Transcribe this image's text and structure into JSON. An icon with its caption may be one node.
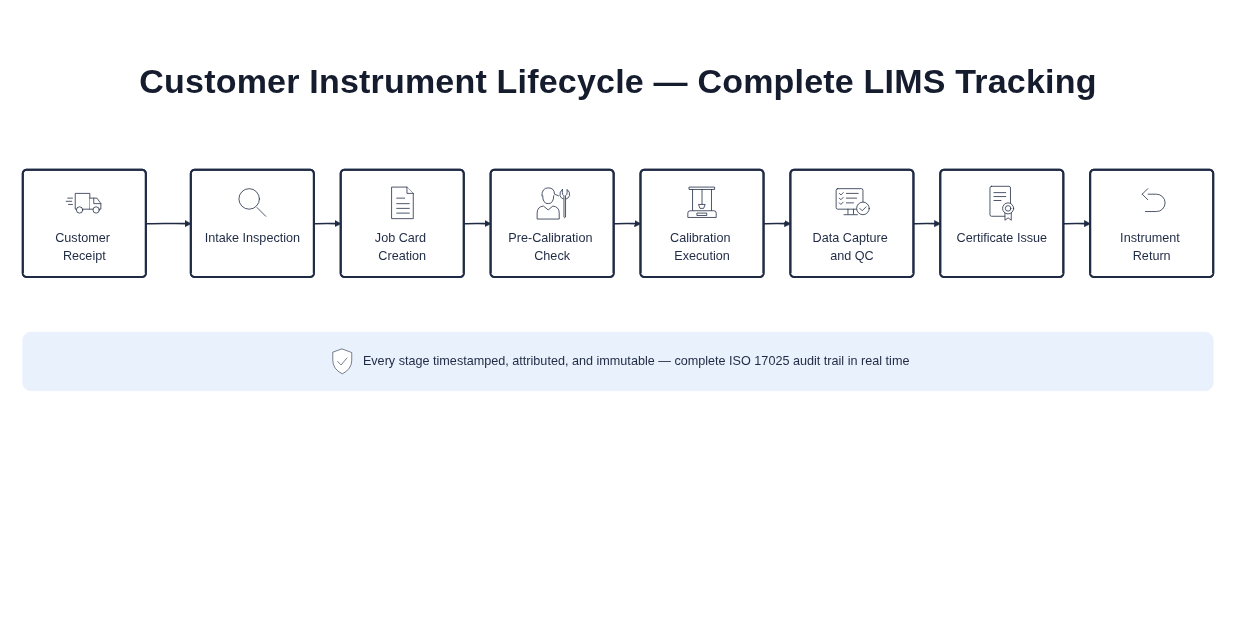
{
  "diagram": {
    "title": "Customer Instrument Lifecycle — Complete LIMS Tracking",
    "nodes": [
      {
        "text": [
          "Customer Receipt"
        ]
      },
      {
        "text": [
          "Intake Inspection"
        ]
      },
      {
        "text": [
          "Job Card Creation"
        ]
      },
      {
        "text": [
          "Pre-Calibration Check"
        ]
      },
      {
        "text": [
          "Calibration Execution"
        ]
      },
      {
        "text": [
          "Data Capture and QC"
        ]
      },
      {
        "text": [
          "Certificate Issue"
        ]
      },
      {
        "text": [
          "Instrument Return"
        ]
      },
      {
        "text": [
          "Every stage timestamped, attributed, and immutable — complete ISO 17025 audit trail in real time"
        ]
      }
    ],
    "edges": [
      {
        "from": 0,
        "to": 1,
        "arrow": "to"
      },
      {
        "from": 1,
        "to": 2,
        "arrow": "to"
      },
      {
        "from": 2,
        "to": 3,
        "arrow": "to"
      },
      {
        "from": 3,
        "to": 4,
        "arrow": "to"
      },
      {
        "from": 4,
        "to": 5,
        "arrow": "to"
      },
      {
        "from": 5,
        "to": 6,
        "arrow": "to"
      },
      {
        "from": 6,
        "to": 7,
        "arrow": "to"
      }
    ]
  }
}
